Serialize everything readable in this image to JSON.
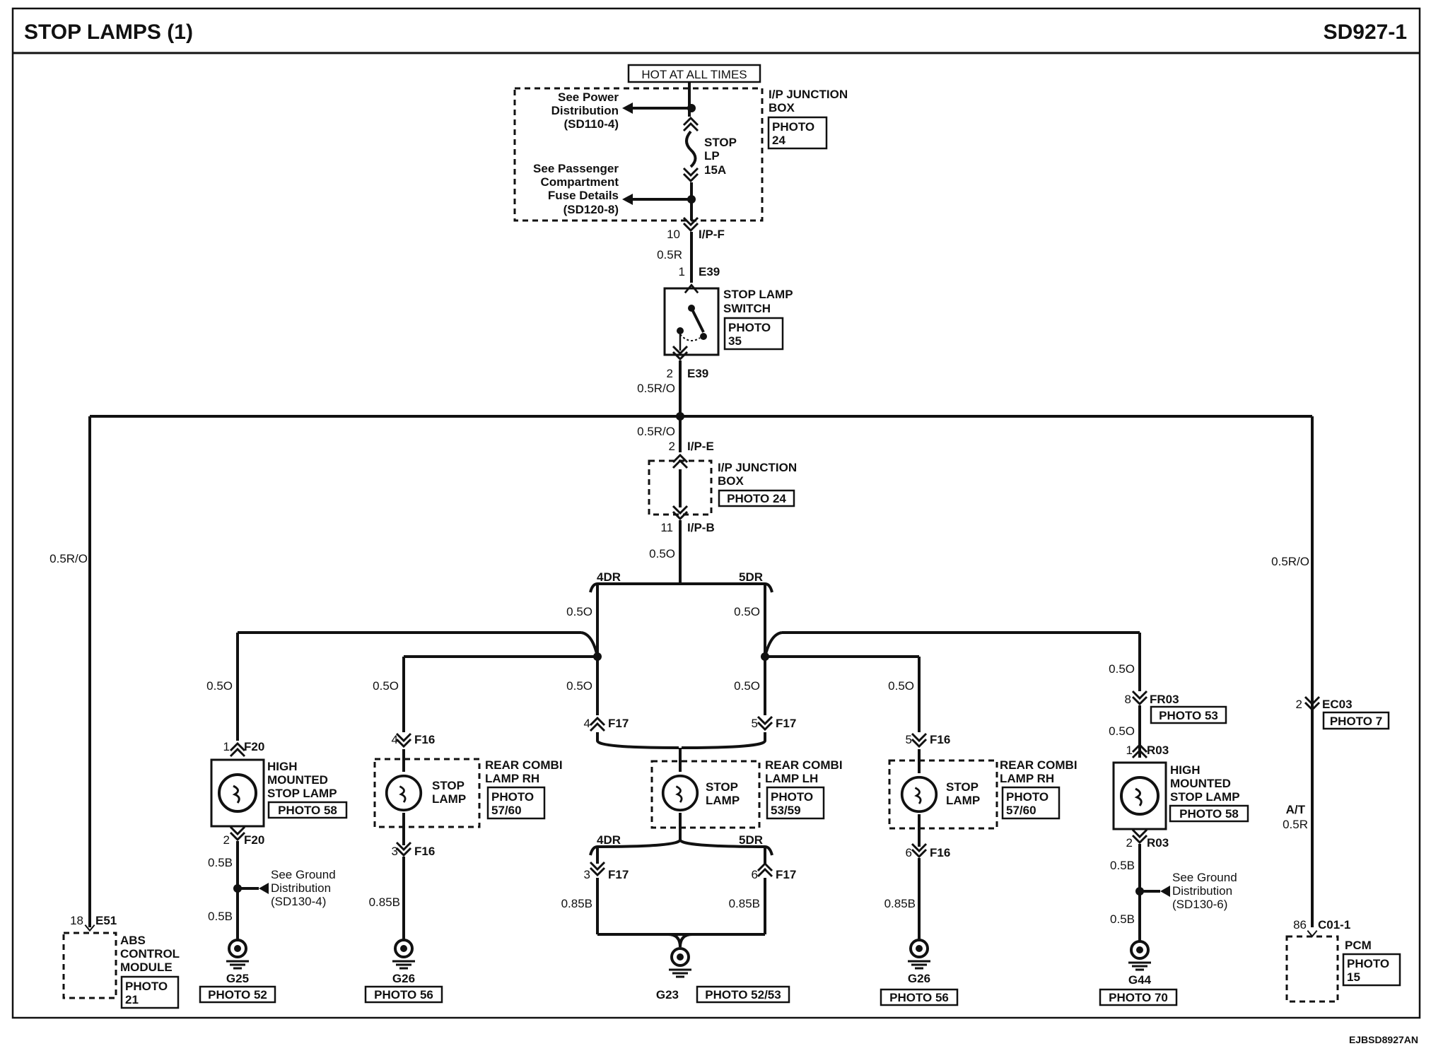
{
  "header": {
    "title": "STOP LAMPS (1)",
    "page_code": "SD927-1"
  },
  "footer": {
    "drawing_id": "EJBSD8927AN"
  },
  "feed": {
    "hot_label": "HOT AT ALL TIMES",
    "junction_box": {
      "name_1": "I/P JUNCTION",
      "name_2": "BOX",
      "photo_1": "PHOTO",
      "photo_2": "24"
    },
    "fuse": {
      "name_1": "STOP",
      "name_2": "LP",
      "rating": "15A"
    },
    "ref_power": {
      "line_1": "See Power",
      "line_2": "Distribution",
      "line_3": "(SD110-4)"
    },
    "ref_fuse": {
      "line_1": "See Passenger",
      "line_2": "Compartment",
      "line_3": "Fuse Details",
      "line_4": "(SD120-8)"
    },
    "conn_ipf": {
      "pin": "10",
      "name": "I/P-F"
    },
    "wire_1": "0.5R",
    "conn_e39_in": {
      "pin": "1",
      "name": "E39"
    }
  },
  "switch": {
    "name_1": "STOP LAMP",
    "name_2": "SWITCH",
    "photo_1": "PHOTO",
    "photo_2": "35"
  },
  "after_switch": {
    "conn_e39_out": {
      "pin": "2",
      "name": "E39"
    },
    "wire": "0.5R/O",
    "wire_jb": "0.5R/O",
    "conn_ipe": {
      "pin": "2",
      "name": "I/P-E"
    },
    "jb2": {
      "name_1": "I/P JUNCTION",
      "name_2": "BOX",
      "photo": "PHOTO 24"
    },
    "conn_ipb": {
      "pin": "11",
      "name": "I/P-B"
    },
    "wire_out": "0.5O"
  },
  "abs": {
    "wire": "0.5R/O",
    "conn": {
      "pin": "18",
      "name": "E51"
    },
    "name_1": "ABS",
    "name_2": "CONTROL",
    "name_3": "MODULE",
    "photo_1": "PHOTO",
    "photo_2": "21"
  },
  "pcm": {
    "wire": "0.5R/O",
    "conn_ec03": {
      "pin": "2",
      "name": "EC03",
      "photo": "PHOTO 7"
    },
    "at_label": "A/T",
    "wire_2": "0.5R",
    "conn_c01": {
      "pin": "86",
      "name": "C01-1"
    },
    "name": "PCM",
    "photo_1": "PHOTO",
    "photo_2": "15"
  },
  "branch_4dr": {
    "label": "4DR",
    "wire_top": "0.5O",
    "hmsl": {
      "wire_1": "0.5O",
      "conn_in": {
        "pin": "1",
        "name": "F20"
      },
      "name_1": "HIGH",
      "name_2": "MOUNTED",
      "name_3": "STOP LAMP",
      "photo": "PHOTO 58",
      "conn_out": {
        "pin": "2",
        "name": "F20"
      },
      "wire_2": "0.5B",
      "ref": {
        "line_1": "See Ground",
        "line_2": "Distribution",
        "line_3": "(SD130-4)"
      },
      "wire_3": "0.5B",
      "ground": {
        "name": "G25",
        "photo": "PHOTO 52"
      }
    },
    "rear_rh": {
      "wire_1": "0.5O",
      "conn_in": {
        "pin": "4",
        "name": "F16"
      },
      "lamp_1": "STOP",
      "lamp_2": "LAMP",
      "name_1": "REAR COMBI",
      "name_2": "LAMP RH",
      "photo_1": "PHOTO",
      "photo_2": "57/60",
      "conn_out": {
        "pin": "3",
        "name": "F16"
      },
      "wire_2": "0.85B",
      "ground": {
        "name": "G26",
        "photo": "PHOTO 56"
      }
    },
    "to_lh": {
      "wire": "0.5O",
      "conn_in": {
        "pin": "4",
        "name": "F17"
      },
      "conn_out_label": "4DR",
      "conn_out": {
        "pin": "3",
        "name": "F17"
      },
      "wire_out": "0.85B"
    }
  },
  "branch_5dr": {
    "label": "5DR",
    "wire_top": "0.5O",
    "to_lh": {
      "wire": "0.5O",
      "conn_in": {
        "pin": "5",
        "name": "F17"
      },
      "conn_out_label": "5DR",
      "conn_out": {
        "pin": "6",
        "name": "F17"
      },
      "wire_out": "0.85B"
    },
    "rear_rh": {
      "wire_1": "0.5O",
      "conn_in": {
        "pin": "5",
        "name": "F16"
      },
      "lamp_1": "STOP",
      "lamp_2": "LAMP",
      "name_1": "REAR COMBI",
      "name_2": "LAMP RH",
      "photo_1": "PHOTO",
      "photo_2": "57/60",
      "conn_out": {
        "pin": "6",
        "name": "F16"
      },
      "wire_2": "0.85B",
      "ground": {
        "name": "G26",
        "photo": "PHOTO 56"
      }
    },
    "hmsl": {
      "wire_1": "0.5O",
      "conn_fr03": {
        "pin": "8",
        "name": "FR03",
        "photo": "PHOTO 53"
      },
      "wire_2": "0.5O",
      "conn_in": {
        "pin": "1",
        "name": "R03"
      },
      "name_1": "HIGH",
      "name_2": "MOUNTED",
      "name_3": "STOP LAMP",
      "photo": "PHOTO 58",
      "conn_out": {
        "pin": "2",
        "name": "R03"
      },
      "wire_3": "0.5B",
      "ref": {
        "line_1": "See Ground",
        "line_2": "Distribution",
        "line_3": "(SD130-6)"
      },
      "wire_4": "0.5B",
      "ground": {
        "name": "G44",
        "photo": "PHOTO 70"
      }
    }
  },
  "rear_lh": {
    "lamp_1": "STOP",
    "lamp_2": "LAMP",
    "name_1": "REAR COMBI",
    "name_2": "LAMP LH",
    "photo_1": "PHOTO",
    "photo_2": "53/59",
    "ground": {
      "name": "G23",
      "photo": "PHOTO 52/53"
    }
  }
}
